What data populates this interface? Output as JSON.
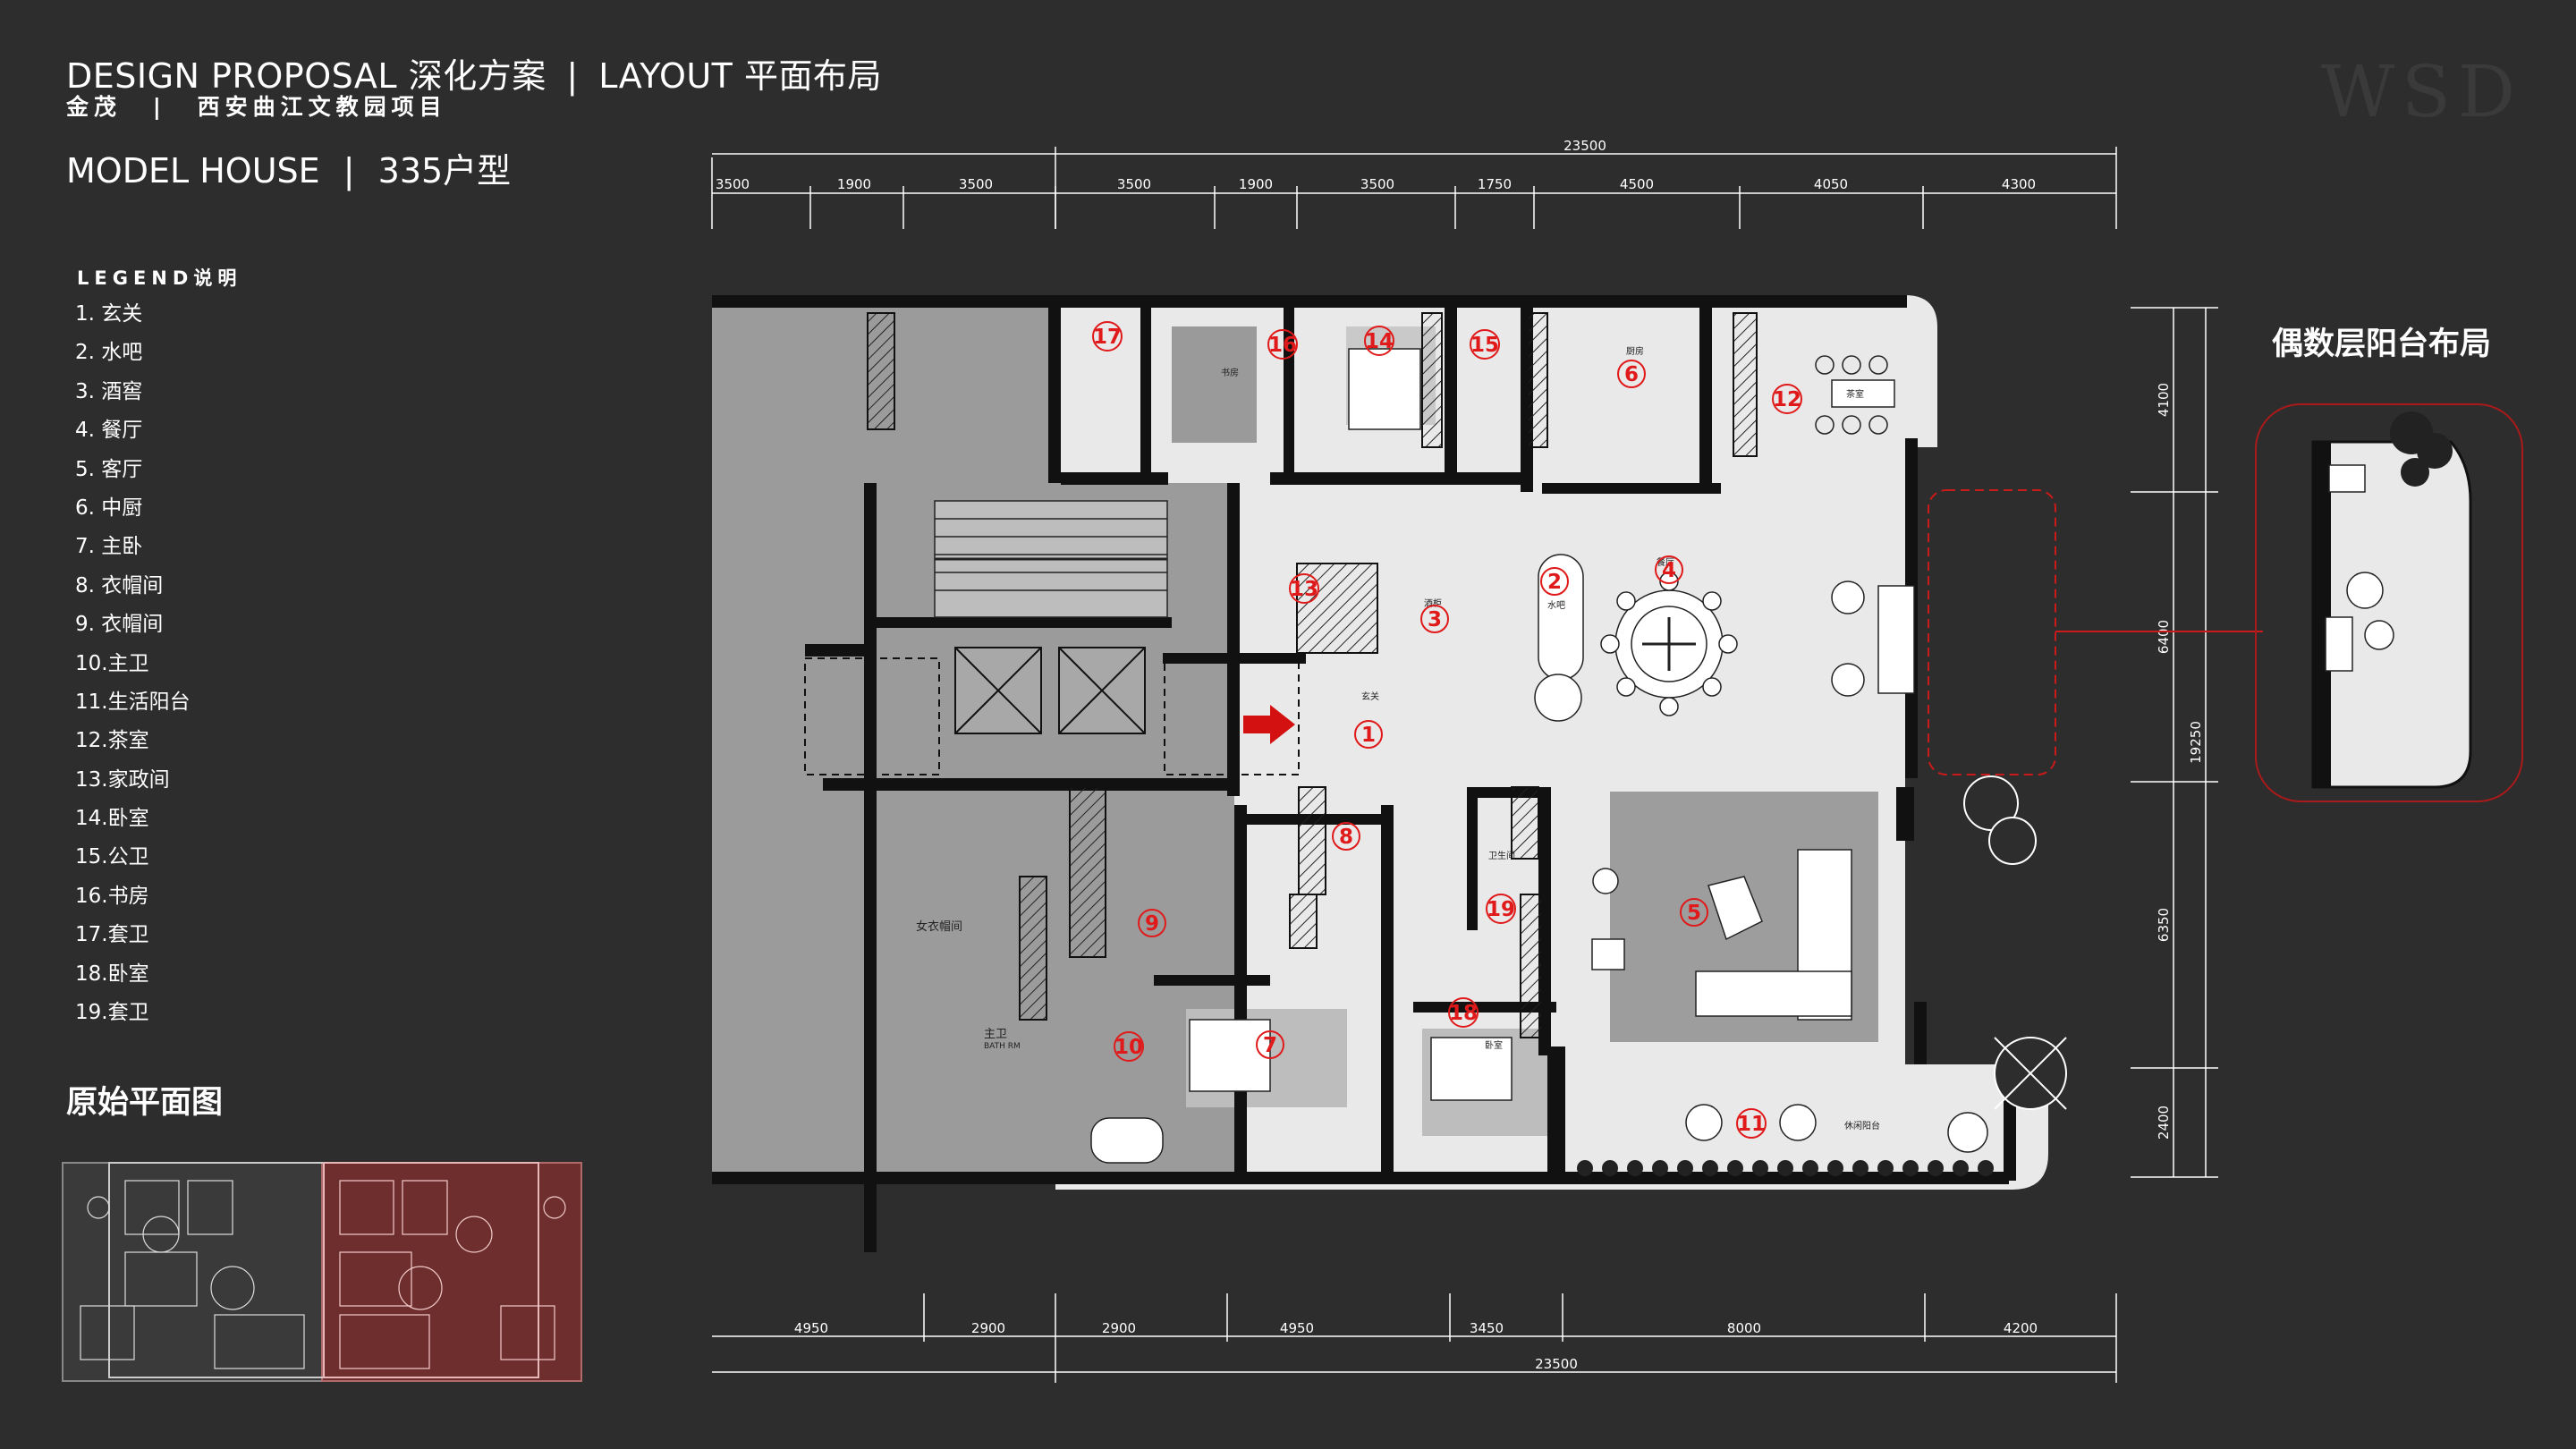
{
  "header": {
    "title_en": "DESIGN PROPOSAL",
    "title_cn": "深化方案",
    "separator": "|",
    "layout_en": "LAYOUT",
    "layout_cn": "平面布局",
    "project_a": "金茂",
    "project_b": "西安曲江文教园项目",
    "watermark": "WSD"
  },
  "model": {
    "label": "MODEL HOUSE",
    "type": "335户型"
  },
  "legend": {
    "title": "LEGEND",
    "title_cn": "说明",
    "items": [
      "1.  玄关",
      "2.   水吧",
      "3.  酒窖",
      "4.  餐厅",
      "5.   客厅",
      "6.  中厨",
      "7.  主卧",
      "8.  衣帽间",
      "9.  衣帽间",
      "10.主卫",
      "11.生活阳台",
      "12.茶室",
      "13.家政间",
      "14.卧室",
      "15.公卫",
      "16.书房",
      "17.套卫",
      "18.卧室",
      "19.套卫"
    ]
  },
  "original_plan_title": "原始平面图",
  "balcony_title": "偶数层阳台布局",
  "dimensions": {
    "top_total": "23500",
    "top": [
      "3500",
      "1900",
      "3500",
      "3500",
      "1900",
      "3500",
      "1750",
      "4500",
      "4050",
      "4300"
    ],
    "bottom_total": "23500",
    "bottom": [
      "4950",
      "2900",
      "2900",
      "4950",
      "3450",
      "8000",
      "4200"
    ],
    "right_total": "19250",
    "right": [
      "4100",
      "6400",
      "6350",
      "2400"
    ]
  },
  "room_numbers": [
    "1",
    "2",
    "3",
    "4",
    "5",
    "6",
    "7",
    "8",
    "9",
    "10",
    "11",
    "12",
    "13",
    "14",
    "15",
    "16",
    "17",
    "18",
    "19"
  ],
  "room_labels": {
    "women_closet": "女衣帽间",
    "master_bath": "主卫",
    "master_bath_en": "BATH RM",
    "living_balcony": "休闲阳台",
    "foyer": "玄关",
    "dining": "餐厅",
    "kitchen": "厨房",
    "tea": "茶室",
    "study": "书房",
    "wine": "酒柜",
    "bar": "水吧",
    "bath": "卫生间",
    "bedroom": "卧室"
  },
  "colors": {
    "background": "#2d2d2e",
    "plan_light": "#e8e8e8",
    "plan_grey": "#9a9a9a",
    "room_number": "#e01a1a",
    "arrow": "#d41111",
    "original_right": "#6e2e2e"
  }
}
